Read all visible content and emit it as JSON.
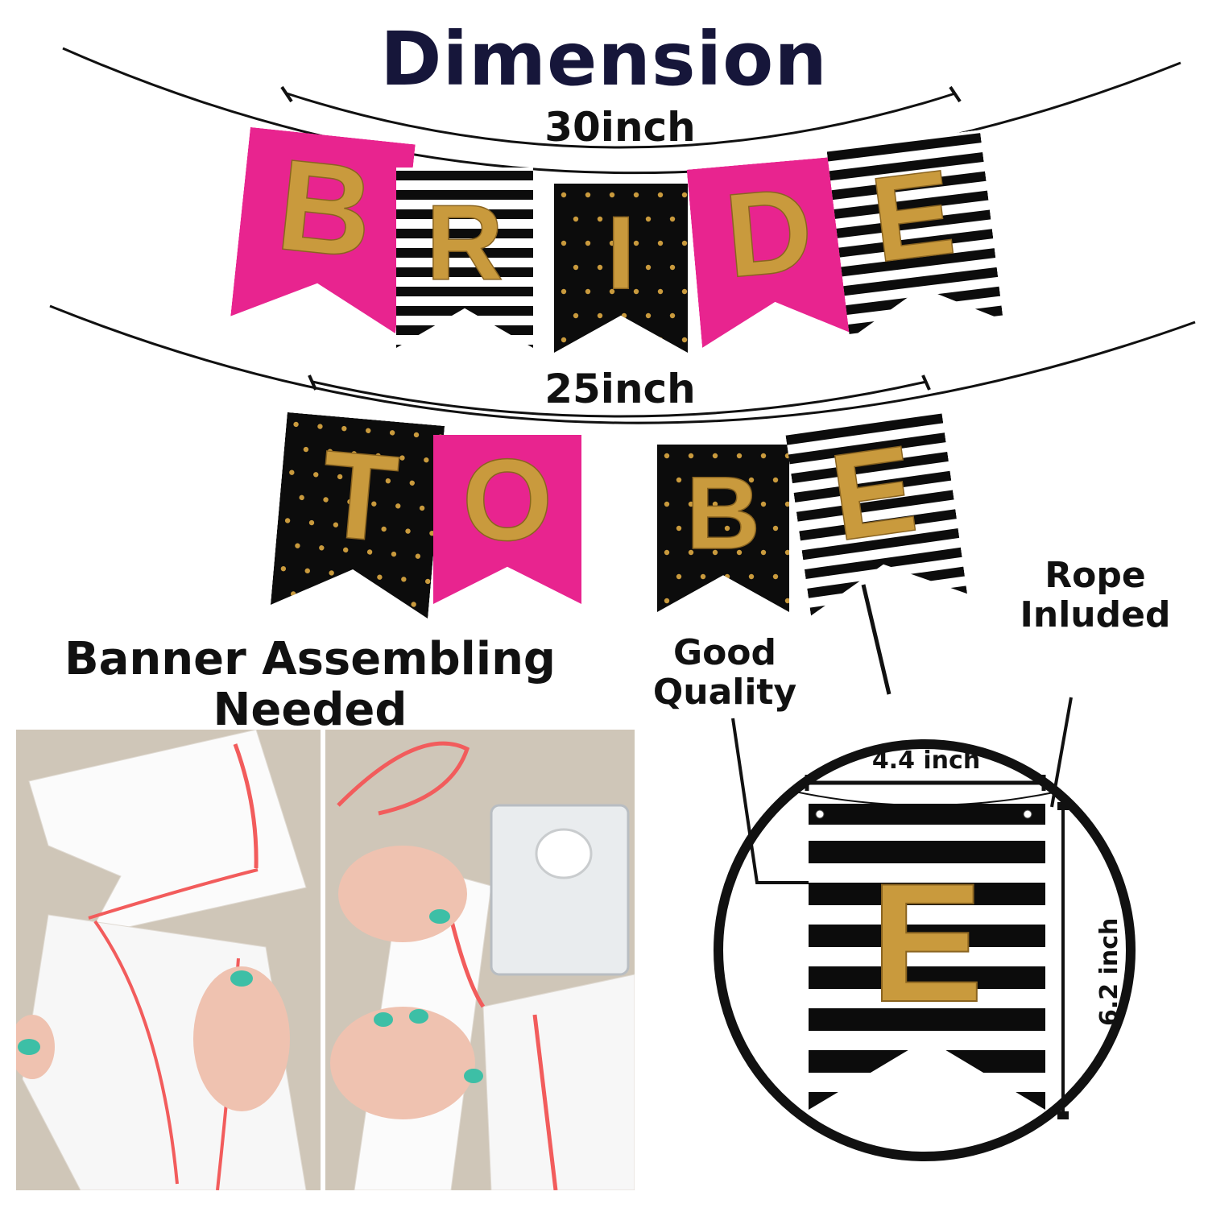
{
  "title": "Dimension",
  "dimension_top": "30inch",
  "dimension_bottom": "25inch",
  "banner_row_1": [
    "B",
    "R",
    "I",
    "D",
    "E"
  ],
  "banner_row_2": [
    "T",
    "O",
    "B",
    "E"
  ],
  "assembly_label": "Banner Assembling Needed",
  "quality_label": "Good Quality",
  "rope_label": "Rope Inluded",
  "pennant_width": "4.4 inch",
  "pennant_height": "6.2 inch",
  "colors": {
    "pink": "#e8248f",
    "black": "#0c0c0c",
    "gold": "#c99a3d",
    "title": "#16163a",
    "photo_bg": "#cfc6b8",
    "ribbon": "#f25c5c",
    "nail": "#3dbfa6"
  }
}
